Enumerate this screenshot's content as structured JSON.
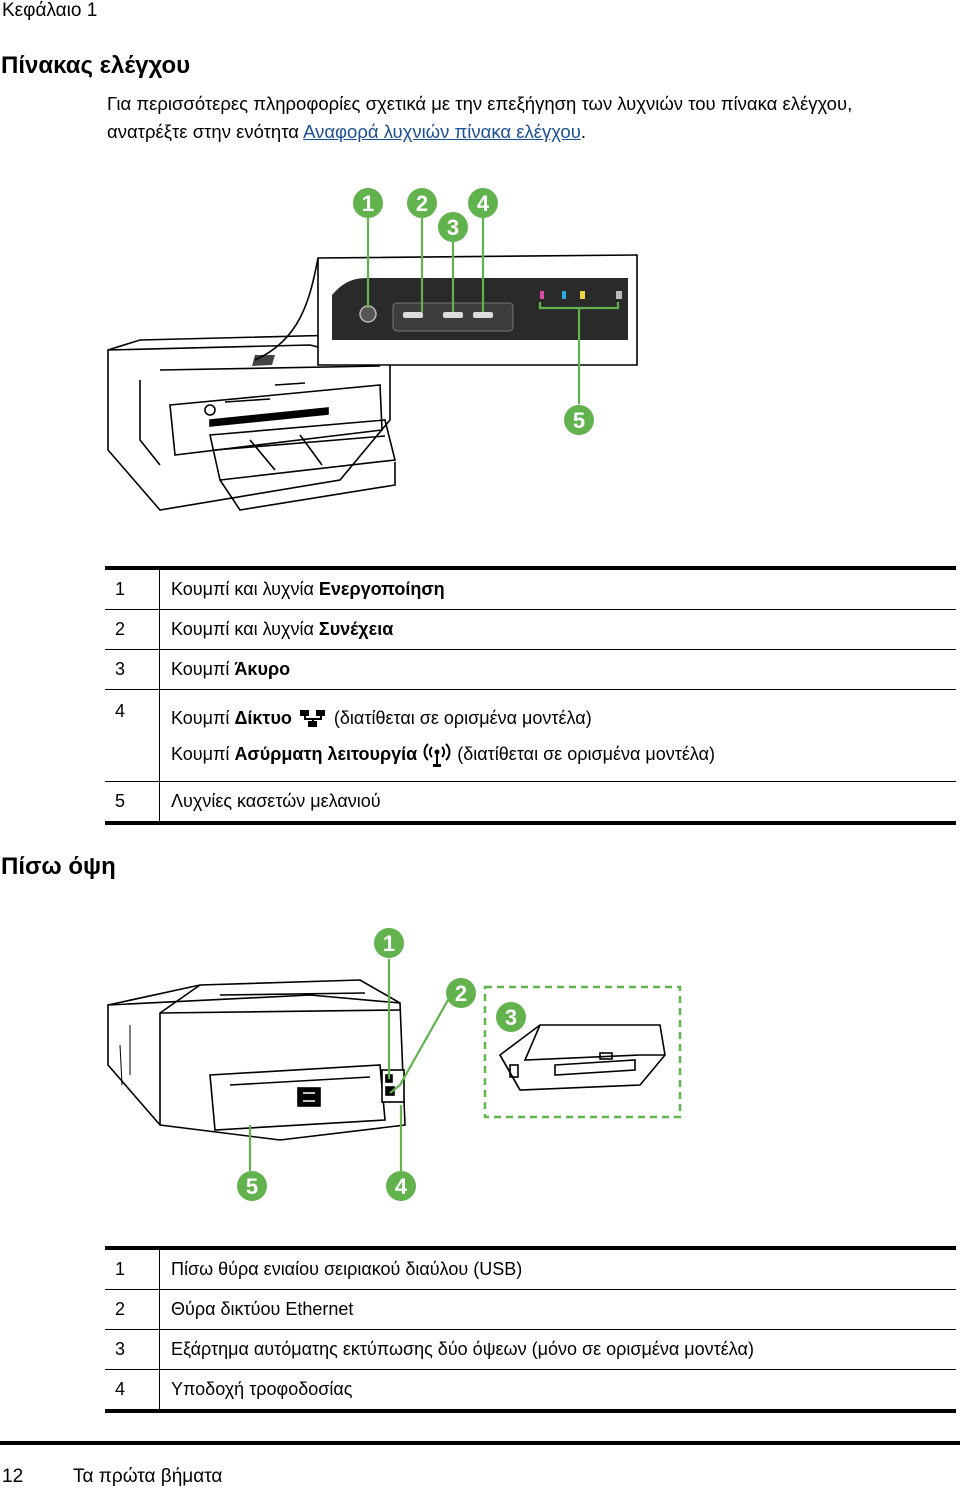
{
  "header": {
    "chapter": "Κεφάλαιο 1"
  },
  "control_panel": {
    "title": "Πίνακας ελέγχου",
    "intro_text": "Για περισσότερες πληροφορίες σχετικά με την επεξήγηση των λυχνιών του πίνακα ελέγχου, ανατρέξτε στην ενότητα ",
    "intro_link": "Αναφορά λυχνιών πίνακα ελέγχου",
    "intro_end": ".",
    "callouts": [
      "1",
      "2",
      "3",
      "4",
      "5"
    ],
    "rows": [
      {
        "num": "1",
        "prefix": "Κουμπί και λυχνία ",
        "bold": "Ενεργοποίηση"
      },
      {
        "num": "2",
        "prefix": "Κουμπί και λυχνία ",
        "bold": "Συνέχεια"
      },
      {
        "num": "3",
        "prefix": "Κουμπί ",
        "bold": "Άκυρο"
      },
      {
        "num": "4",
        "line1_prefix": "Κουμπί ",
        "line1_bold": "Δίκτυο",
        "line1_suffix": "(διατίθεται σε ορισμένα μοντέλα)",
        "line1_icon": "network-icon",
        "line2_prefix": "Κουμπί ",
        "line2_bold": "Ασύρματη λειτουργία",
        "line2_suffix": "(διατίθεται σε ορισμένα μοντέλα)",
        "line2_icon": "wireless-icon"
      },
      {
        "num": "5",
        "text": "Λυχνίες κασετών μελανιού"
      }
    ]
  },
  "rear_view": {
    "title": "Πίσω όψη",
    "callouts": [
      "1",
      "2",
      "3",
      "4",
      "5"
    ],
    "rows": [
      {
        "num": "1",
        "text": "Πίσω θύρα ενιαίου σειριακού διαύλου (USB)"
      },
      {
        "num": "2",
        "text": "Θύρα δικτύου Ethernet"
      },
      {
        "num": "3",
        "text": "Εξάρτημα αυτόματης εκτύπωσης δύο όψεων (μόνο σε ορισμένα μοντέλα)"
      },
      {
        "num": "4",
        "text": "Υποδοχή τροφοδοσίας"
      }
    ]
  },
  "footer": {
    "page_number": "12",
    "section": "Τα πρώτα βήματα"
  },
  "colors": {
    "callout": "#62b24e",
    "link": "#1a4f95"
  }
}
